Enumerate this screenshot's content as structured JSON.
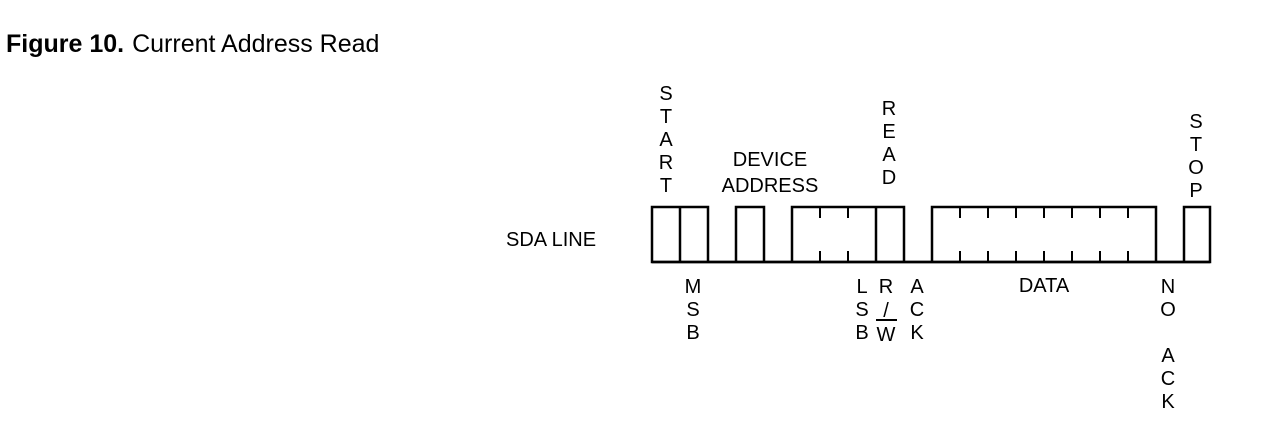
{
  "title": {
    "figure_number": "Figure 10.",
    "caption": "Current Address Read"
  },
  "line_label": "SDA LINE",
  "labels_above": {
    "start": "START",
    "device_address_line1": "DEVICE",
    "device_address_line2": "ADDRESS",
    "read": "READ",
    "stop": "STOP"
  },
  "labels_below": {
    "msb": "MSB",
    "lsb": "LSB",
    "rw_r": "R",
    "rw_slash": "/",
    "rw_w": "W",
    "ack": "ACK",
    "data": "DATA",
    "no_ack_no": "NO",
    "no_ack_ack": "ACK"
  }
}
